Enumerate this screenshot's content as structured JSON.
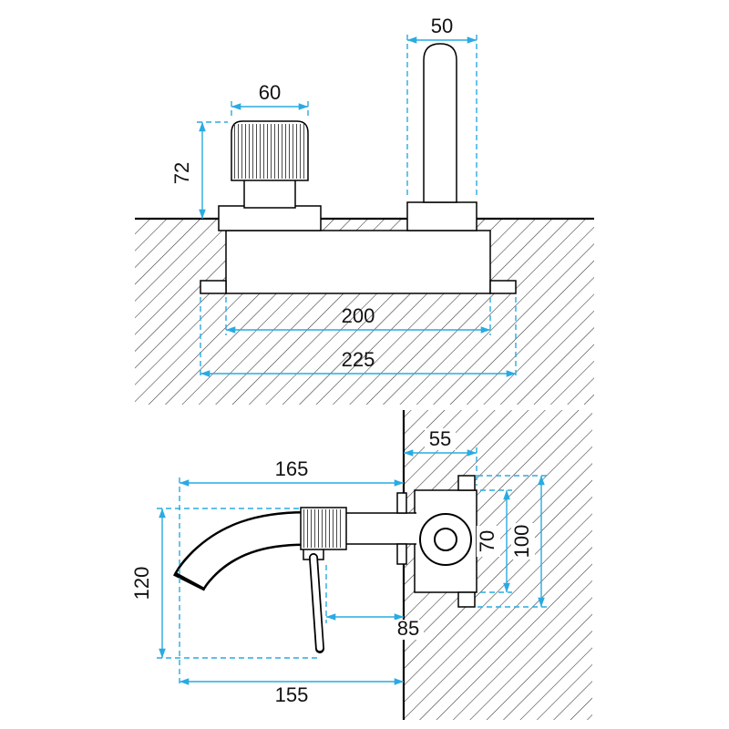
{
  "diagram": {
    "colors": {
      "dimension_line": "#29abe2",
      "outline": "#000000",
      "hatch": "#333333",
      "background": "#ffffff"
    },
    "front_view": {
      "dimensions": {
        "spout_width": "50",
        "handle_width": "60",
        "handle_height": "72",
        "body_width": "200",
        "overall_width": "225"
      }
    },
    "side_view": {
      "dimensions": {
        "wall_depth": "55",
        "spout_reach": "165",
        "fixture_height": "120",
        "lever_offset": "85",
        "body_height": "70",
        "overall_height": "100",
        "bottom_reach": "155"
      }
    }
  }
}
